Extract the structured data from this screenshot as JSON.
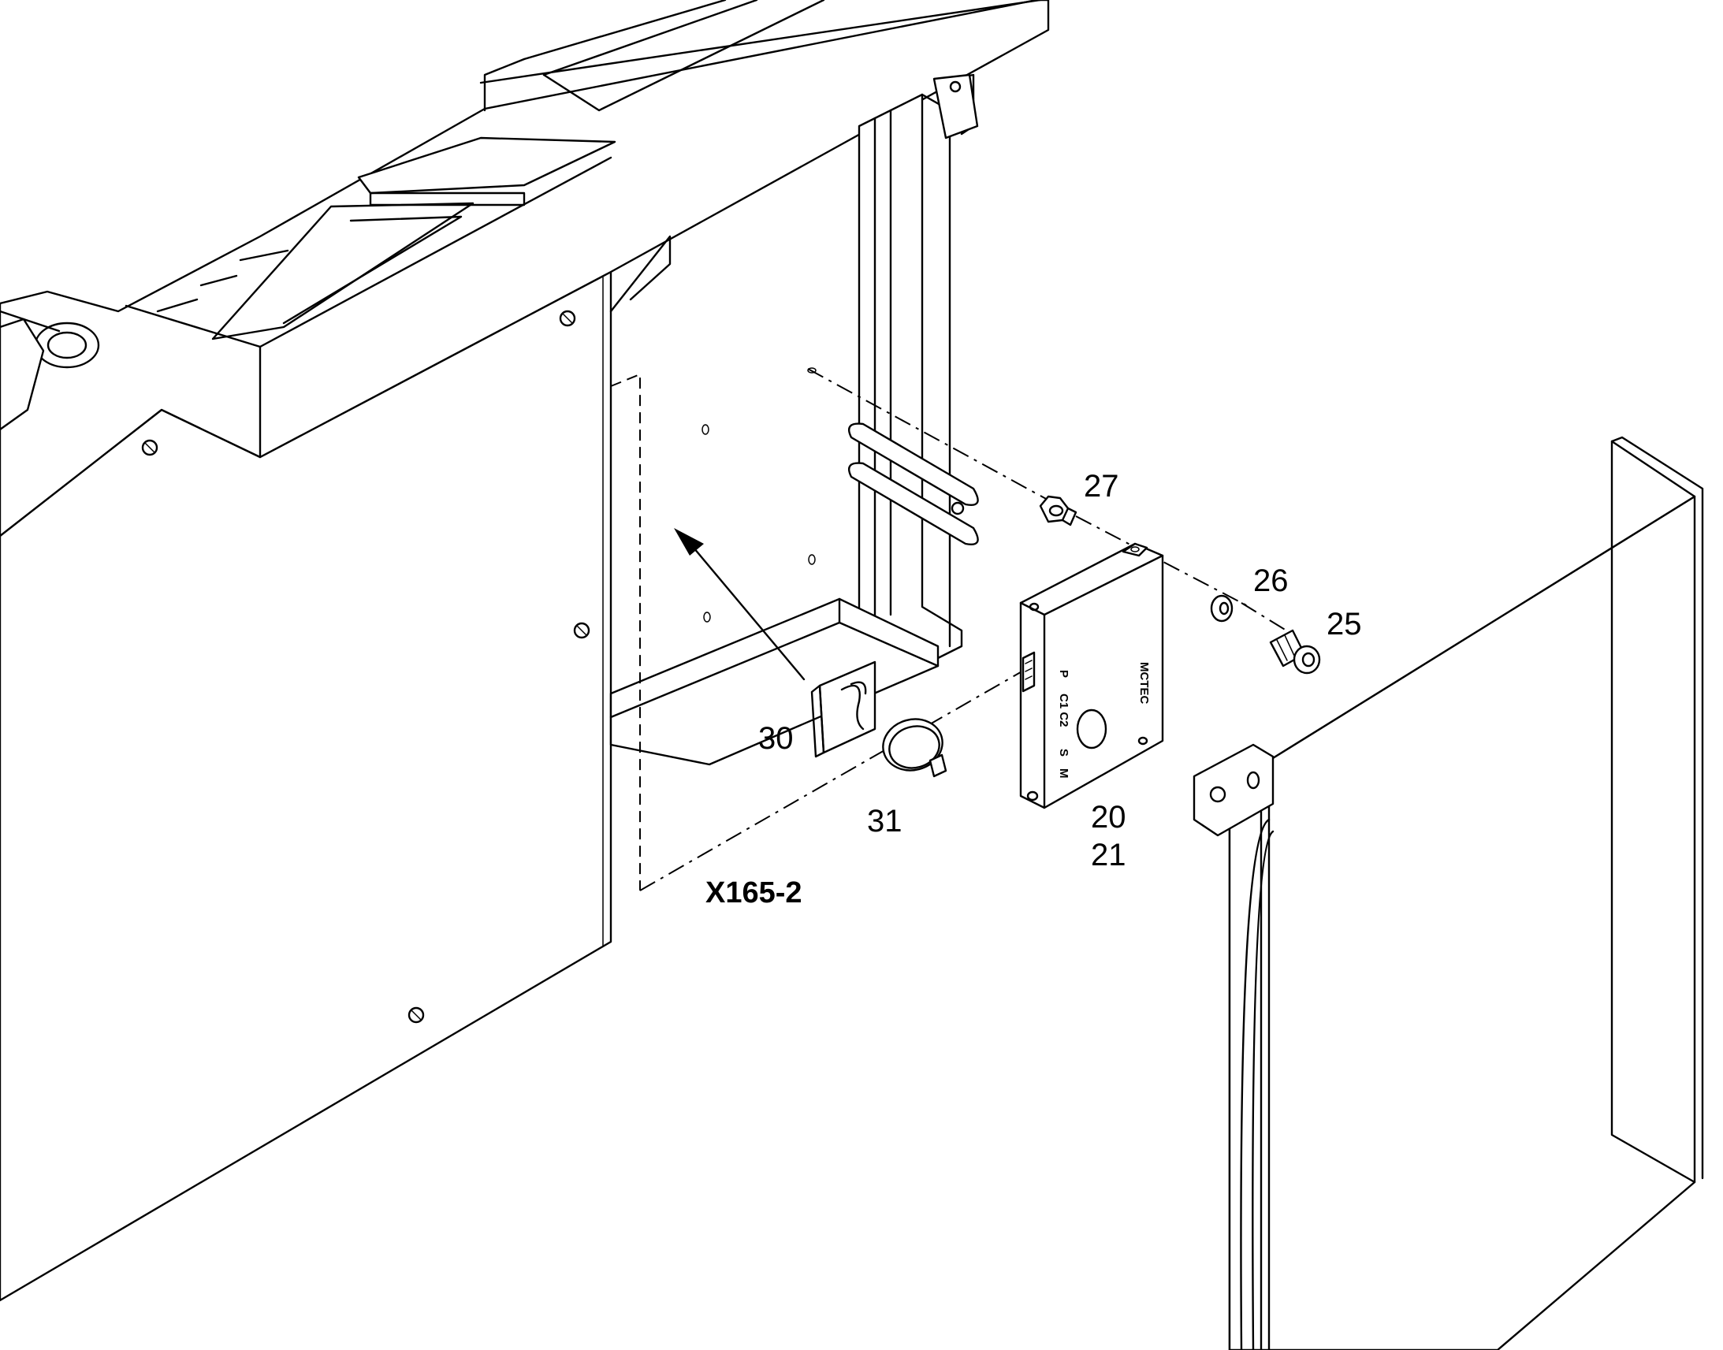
{
  "callouts": {
    "c27": "27",
    "c26": "26",
    "c25": "25",
    "c30": "30",
    "c31": "31",
    "c20": "20",
    "c21": "21",
    "connector": "X165-2"
  },
  "module_labels": {
    "p": "P",
    "c1c2": "C1 C2",
    "s": "S",
    "m": "M",
    "brand": "MCTEC"
  }
}
